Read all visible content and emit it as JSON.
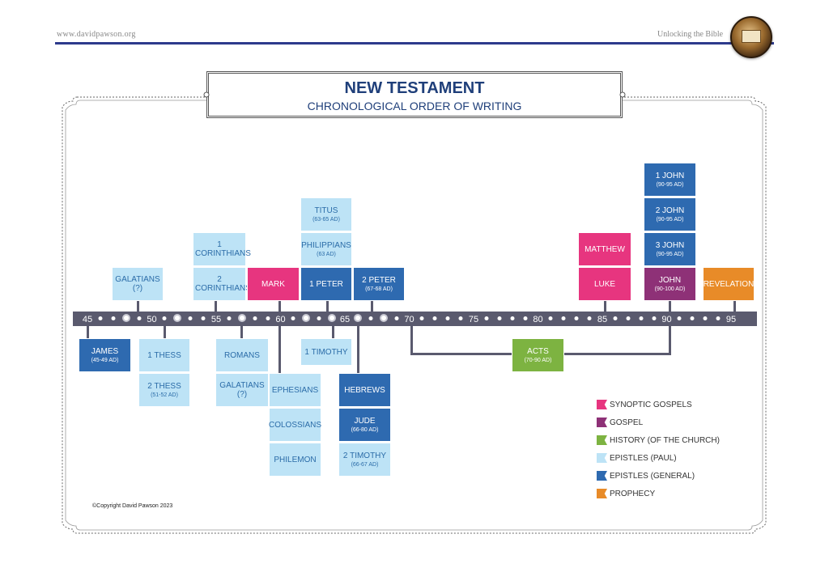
{
  "header": {
    "url": "www.davidpawson.org",
    "book": "Unlocking the Bible"
  },
  "title": {
    "main": "NEW TESTAMENT",
    "sub": "CHRONOLOGICAL ORDER OF WRITING"
  },
  "timeline": {
    "labels": [
      "45",
      "50",
      "55",
      "60",
      "65",
      "70",
      "75",
      "80",
      "85",
      "90",
      "95"
    ]
  },
  "books": {
    "galatians_early": {
      "title": "GALATIANS",
      "date": "(?)"
    },
    "corinthians1": {
      "title": "1 CORINTHIANS"
    },
    "corinthians2": {
      "title": "2 CORINTHIANS"
    },
    "mark": {
      "title": "MARK"
    },
    "titus": {
      "title": "TITUS",
      "date": "(63-65 AD)"
    },
    "philippians": {
      "title": "PHILIPPIANS",
      "date": "(63 AD)"
    },
    "peter1": {
      "title": "1 PETER"
    },
    "peter2": {
      "title": "2 PETER",
      "date": "(67-68 AD)"
    },
    "matthew": {
      "title": "MATTHEW"
    },
    "luke": {
      "title": "LUKE"
    },
    "john1": {
      "title": "1 JOHN",
      "date": "(90-95 AD)"
    },
    "john2": {
      "title": "2 JOHN",
      "date": "(90-95 AD)"
    },
    "john3": {
      "title": "3 JOHN",
      "date": "(90-95 AD)"
    },
    "john": {
      "title": "JOHN",
      "date": "(90-100 AD)"
    },
    "revelation": {
      "title": "REVELATION"
    },
    "james": {
      "title": "JAMES",
      "date": "(45-49 AD)"
    },
    "thess1": {
      "title": "1 THESS"
    },
    "thess2": {
      "title": "2 THESS",
      "date": "(51-52 AD)"
    },
    "romans": {
      "title": "ROMANS"
    },
    "galatians_late": {
      "title": "GALATIANS",
      "date": "(?)"
    },
    "ephesians": {
      "title": "EPHESIANS"
    },
    "colossians": {
      "title": "COLOSSIANS"
    },
    "philemon": {
      "title": "PHILEMON"
    },
    "timothy1": {
      "title": "1 TIMOTHY"
    },
    "hebrews": {
      "title": "HEBREWS"
    },
    "jude": {
      "title": "JUDE",
      "date": "(66-80 AD)"
    },
    "timothy2": {
      "title": "2 TIMOTHY",
      "date": "(66-67 AD)"
    },
    "acts": {
      "title": "ACTS",
      "date": "(70-90 AD)"
    }
  },
  "legend": [
    {
      "label": "SYNOPTIC GOSPELS",
      "color": "#e7357f"
    },
    {
      "label": "GOSPEL",
      "color": "#8e3177"
    },
    {
      "label": "HISTORY (OF THE CHURCH)",
      "color": "#7db341"
    },
    {
      "label": "EPISTLES (PAUL)",
      "color": "#bde3f6"
    },
    {
      "label": "EPISTLES (GENERAL)",
      "color": "#2e6ab0"
    },
    {
      "label": "PROPHECY",
      "color": "#e88b28"
    }
  ],
  "copyright": "©Copyright David Pawson 2023"
}
